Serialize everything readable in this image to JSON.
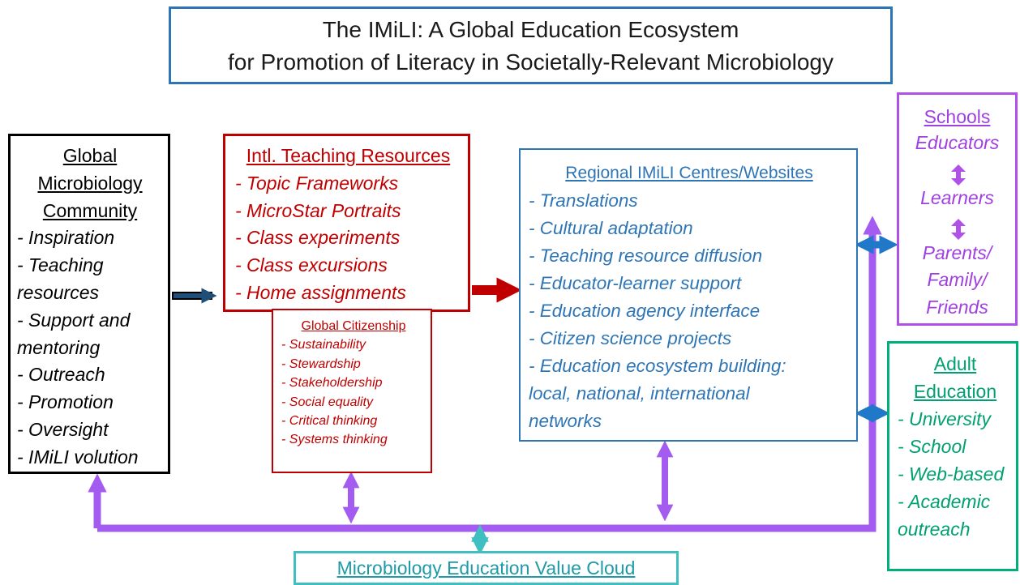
{
  "title": {
    "line1": "The IMiLI: A Global Education Ecosystem",
    "line2": "for Promotion of Literacy in Societally-Relevant Microbiology"
  },
  "community": {
    "heading": [
      "Global",
      "Microbiology",
      "Community"
    ],
    "items": [
      "- Inspiration",
      "- Teaching",
      "resources",
      "- Support and",
      "mentoring",
      "- Outreach",
      "- Promotion",
      "- Oversight",
      "- IMiLI volution"
    ]
  },
  "resources": {
    "heading": "Intl. Teaching Resources",
    "items": [
      "- Topic Frameworks",
      "- MicroStar Portraits",
      "- Class experiments",
      "- Class excursions",
      "- Home assignments"
    ]
  },
  "citizenship": {
    "heading": "Global Citizenship",
    "items": [
      "- Sustainability",
      "- Stewardship",
      "- Stakeholdership",
      "- Social equality",
      "- Critical thinking",
      "- Systems thinking"
    ]
  },
  "regional": {
    "heading": "Regional IMiLI Centres/Websites",
    "items": [
      "- Translations",
      "- Cultural adaptation",
      "- Teaching resource diffusion",
      "- Educator-learner support",
      "- Education agency interface",
      "- Citizen science projects",
      "- Education ecosystem building:",
      "local, national, international",
      "networks"
    ]
  },
  "schools": {
    "heading": "Schools",
    "items": [
      "Educators",
      "Learners",
      "Parents/",
      "Family/",
      "Friends"
    ]
  },
  "adult": {
    "heading": [
      "Adult",
      "Education"
    ],
    "items": [
      "- University",
      "- School",
      "- Web-based",
      "- Academic",
      "outreach"
    ]
  },
  "cloud": {
    "label": "Microbiology Education Value Cloud"
  },
  "colors": {
    "community": "#000000",
    "resources": "#c00000",
    "regional": "#2e75b6",
    "schools": "#b150e8",
    "adult": "#00b07a",
    "cloud": "#3fbfbf",
    "bus": "#a45cf0",
    "arrow_blue": "#1f78c8",
    "arrow_red": "#c00000",
    "arrow_black": "#1f4e79"
  }
}
